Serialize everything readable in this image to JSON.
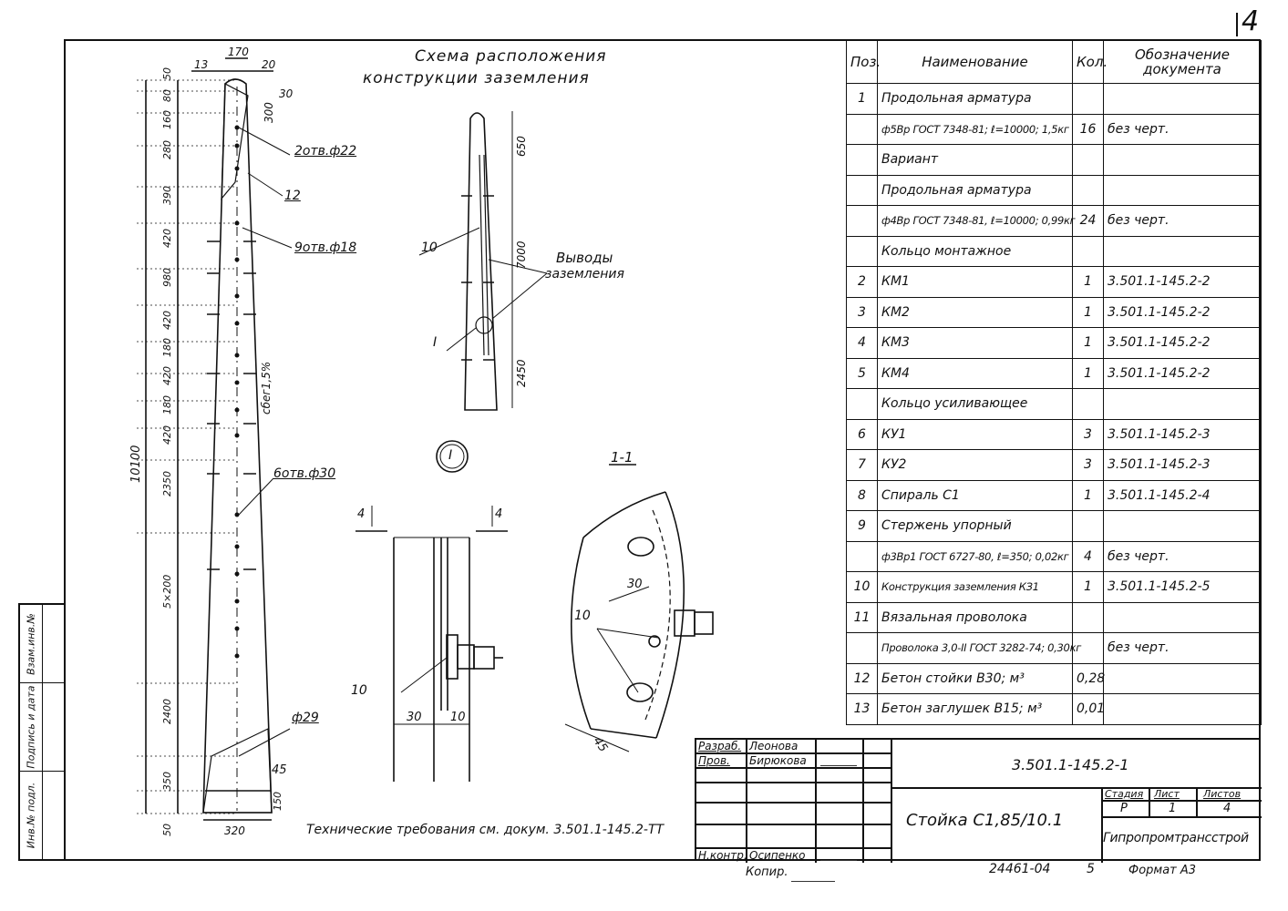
{
  "page_number": "4",
  "stamp_strip": [
    "Взам.инв.№",
    "Подпись и дата",
    "Инв.№ подл."
  ],
  "scheme_title": [
    "Схема расположения",
    "конструкции заземления"
  ],
  "main_drawing": {
    "top_dims": [
      "13",
      "170",
      "20",
      "30",
      "300"
    ],
    "side_dims": [
      "50",
      "80",
      "160",
      "280",
      "390",
      "420",
      "980",
      "420",
      "180",
      "420",
      "180",
      "420",
      "2350",
      "5×200",
      "2400",
      "350",
      "50"
    ],
    "total_length": "10100",
    "callouts": [
      "2отв.ф22",
      "12",
      "9отв.ф18",
      "сбег1,5%",
      "6отв.ф30",
      "ф29",
      "45",
      "150"
    ],
    "bottom_width": "320"
  },
  "scheme_drawing": {
    "dims": [
      "650",
      "7000",
      "2450"
    ],
    "labels": [
      "10",
      "I",
      "Выводы",
      "заземления"
    ]
  },
  "detail_I": {
    "marker": "I",
    "section_marks": [
      "4",
      "4"
    ],
    "labels": [
      "10",
      "30",
      "10"
    ]
  },
  "section_11": {
    "title": "1-1",
    "labels": [
      "30",
      "10",
      "45"
    ]
  },
  "tech_requirements": "Технические требования см. докум. 3.501.1-145.2-ТТ",
  "spec_table": {
    "headers": [
      "Поз.",
      "Наименование",
      "Кол.",
      "Обозначение документа"
    ],
    "rows": [
      {
        "pos": "1",
        "name": "Продольная арматура",
        "qty": "",
        "doc": ""
      },
      {
        "pos": "",
        "name": "ф5Вр ГОСТ 7348-81; ℓ=10000; 1,5кг",
        "qty": "16",
        "doc": "без черт.",
        "small": true
      },
      {
        "pos": "",
        "name": "Вариант",
        "qty": "",
        "doc": ""
      },
      {
        "pos": "",
        "name": "Продольная арматура",
        "qty": "",
        "doc": ""
      },
      {
        "pos": "",
        "name": "ф4Вр ГОСТ 7348-81, ℓ=10000; 0,99кг",
        "qty": "24",
        "doc": "без черт.",
        "small": true
      },
      {
        "pos": "",
        "name": "Кольцо монтажное",
        "qty": "",
        "doc": ""
      },
      {
        "pos": "2",
        "name": "КМ1",
        "qty": "1",
        "doc": "3.501.1-145.2-2"
      },
      {
        "pos": "3",
        "name": "КМ2",
        "qty": "1",
        "doc": "3.501.1-145.2-2"
      },
      {
        "pos": "4",
        "name": "КМ3",
        "qty": "1",
        "doc": "3.501.1-145.2-2"
      },
      {
        "pos": "5",
        "name": "КМ4",
        "qty": "1",
        "doc": "3.501.1-145.2-2"
      },
      {
        "pos": "",
        "name": "Кольцо усиливающее",
        "qty": "",
        "doc": ""
      },
      {
        "pos": "6",
        "name": "КУ1",
        "qty": "3",
        "doc": "3.501.1-145.2-3"
      },
      {
        "pos": "7",
        "name": "КУ2",
        "qty": "3",
        "doc": "3.501.1-145.2-3"
      },
      {
        "pos": "8",
        "name": "Спираль С1",
        "qty": "1",
        "doc": "3.501.1-145.2-4"
      },
      {
        "pos": "9",
        "name": "Стержень упорный",
        "qty": "",
        "doc": ""
      },
      {
        "pos": "",
        "name": "ф3Вр1 ГОСТ 6727-80, ℓ=350; 0,02кг",
        "qty": "4",
        "doc": "без черт.",
        "small": true
      },
      {
        "pos": "10",
        "name": "Конструкция заземления КЗ1",
        "qty": "1",
        "doc": "3.501.1-145.2-5",
        "small": true
      },
      {
        "pos": "11",
        "name": "Вязальная проволока",
        "qty": "",
        "doc": ""
      },
      {
        "pos": "",
        "name": "Проволока 3,0-II ГОСТ 3282-74; 0,30кг",
        "qty": "",
        "doc": "без черт.",
        "small": true
      },
      {
        "pos": "12",
        "name": "Бетон стойки В30; м³",
        "qty": "0,28",
        "doc": ""
      },
      {
        "pos": "13",
        "name": "Бетон заглушек В15; м³",
        "qty": "0,01",
        "doc": ""
      }
    ]
  },
  "title_block": {
    "roles": [
      "Разраб.",
      "Пров.",
      "Н.контр."
    ],
    "names": [
      "Леонова",
      "Бирюкова",
      "Осипенко"
    ],
    "doc_code": "3.501.1-145.2-1",
    "product_name": "Стойка С1,85/10.1",
    "stage_header": "Стадия",
    "sheet_header": "Лист",
    "sheets_header": "Листов",
    "stage": "Р",
    "sheet": "1",
    "sheets": "4",
    "organization": "Гипропромтрансстрой"
  },
  "footer": {
    "copied": "Копир.",
    "inventory": "24461-04",
    "inventory_sheet": "5",
    "format": "Формат А3"
  }
}
